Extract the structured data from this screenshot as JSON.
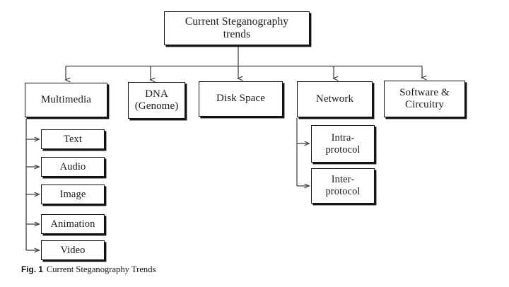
{
  "figure": {
    "caption_tag": "Fig. 1",
    "caption_text": "Current Steganography Trends",
    "line_color": "#3f3f3f",
    "box_border_color": "#111111",
    "shadow_color": "#141414",
    "background": "#ffffff"
  },
  "root": {
    "label": "Current Steganography\ntrends"
  },
  "level1": [
    {
      "label": "Multimedia"
    },
    {
      "label": "DNA\n(Genome)"
    },
    {
      "label": "Disk Space"
    },
    {
      "label": "Network"
    },
    {
      "label": "Software &\nCircuitry"
    }
  ],
  "multimedia_children": [
    {
      "label": "Text"
    },
    {
      "label": "Audio"
    },
    {
      "label": "Image"
    },
    {
      "label": "Animation"
    },
    {
      "label": "Video"
    }
  ],
  "network_children": [
    {
      "label": "Intra-\nprotocol"
    },
    {
      "label": "Inter-\nprotocol"
    }
  ]
}
